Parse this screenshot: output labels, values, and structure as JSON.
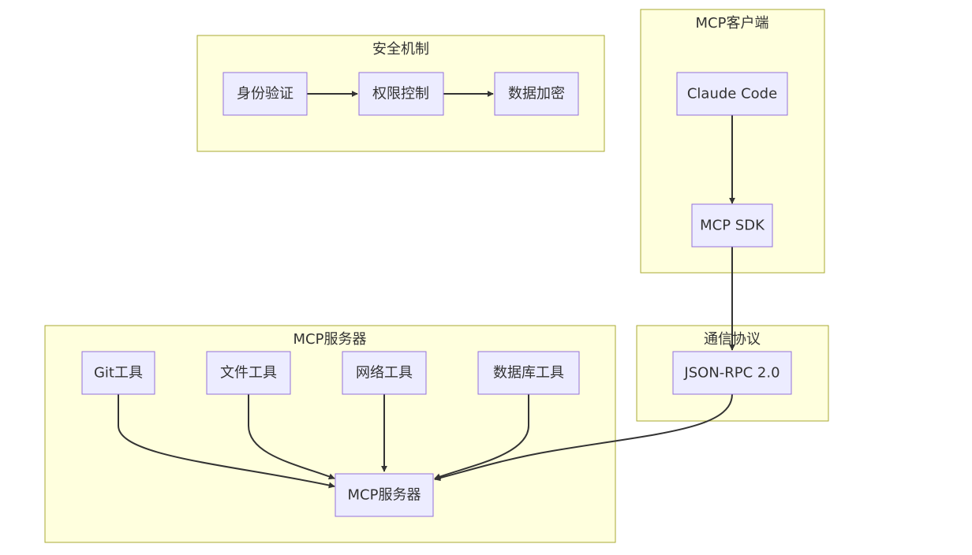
{
  "diagram": {
    "clusters": {
      "security": {
        "label": "安全机制"
      },
      "client": {
        "label": "MCP客户端"
      },
      "protocol": {
        "label": "通信协议"
      },
      "server": {
        "label": "MCP服务器"
      }
    },
    "nodes": {
      "auth": {
        "label": "身份验证"
      },
      "permission": {
        "label": "权限控制"
      },
      "encryption": {
        "label": "数据加密"
      },
      "claude_code": {
        "label": "Claude Code"
      },
      "mcp_sdk": {
        "label": "MCP SDK"
      },
      "jsonrpc": {
        "label": "JSON-RPC 2.0"
      },
      "git_tool": {
        "label": "Git工具"
      },
      "file_tool": {
        "label": "文件工具"
      },
      "network_tool": {
        "label": "网络工具"
      },
      "db_tool": {
        "label": "数据库工具"
      },
      "mcp_server": {
        "label": "MCP服务器"
      }
    },
    "edges": [
      {
        "from": "身份验证",
        "to": "权限控制"
      },
      {
        "from": "权限控制",
        "to": "数据加密"
      },
      {
        "from": "Claude Code",
        "to": "MCP SDK"
      },
      {
        "from": "MCP SDK",
        "to": "JSON-RPC 2.0"
      },
      {
        "from": "JSON-RPC 2.0",
        "to": "MCP服务器"
      },
      {
        "from": "Git工具",
        "to": "MCP服务器"
      },
      {
        "from": "文件工具",
        "to": "MCP服务器"
      },
      {
        "from": "网络工具",
        "to": "MCP服务器"
      },
      {
        "from": "数据库工具",
        "to": "MCP服务器"
      }
    ]
  }
}
